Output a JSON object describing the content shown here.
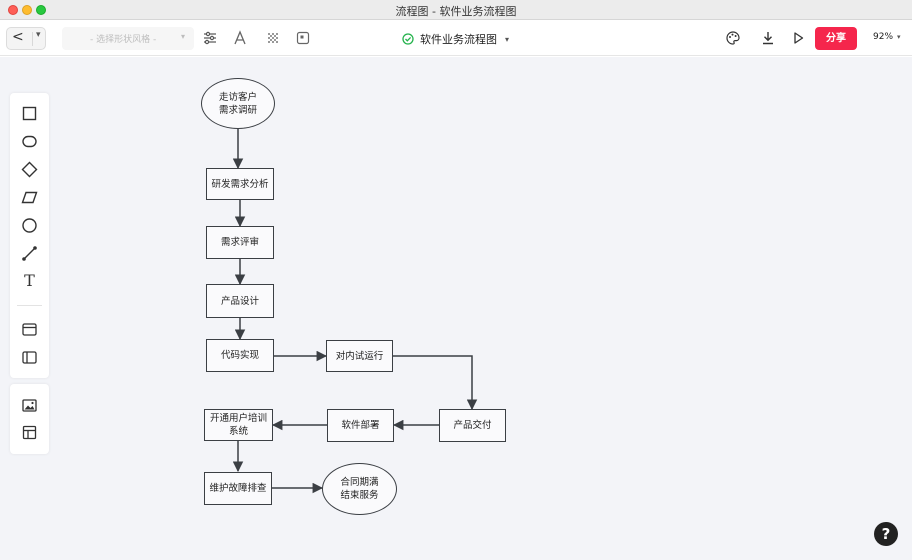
{
  "window": {
    "title": "流程图 - 软件业务流程图"
  },
  "toolbar": {
    "back_label": "<",
    "back_caret": "▾",
    "style_placeholder": "- 选择形状风格 -",
    "style_caret": "▾",
    "doc_title": "软件业务流程图",
    "doc_caret": "▾",
    "share_label": "分享",
    "zoom_level": "92%",
    "zoom_caret": "▾",
    "icons": [
      "sliders-icon",
      "text-style-icon",
      "fill-pattern-icon",
      "transform-icon",
      "palette-icon",
      "download-icon",
      "play-icon"
    ]
  },
  "palette": {
    "shapes": [
      "rectangle-tool",
      "rounded-rect-tool",
      "diamond-tool",
      "parallelogram-tool",
      "circle-tool",
      "connector-tool",
      "text-tool"
    ],
    "layouts": [
      "frame-tool",
      "sidebar-layout-tool"
    ],
    "media": [
      "image-tool",
      "template-tool"
    ],
    "text_tool_label": "T"
  },
  "flow": {
    "nodes": {
      "visit": "走访客户\n需求调研",
      "analysis": "研发需求分析",
      "review": "需求评审",
      "design": "产品设计",
      "implement": "代码实现",
      "internal_test": "对内试运行",
      "delivery": "产品交付",
      "deploy": "软件部署",
      "training": "开通用户培训\n系统",
      "maintenance": "维护故障排查",
      "end": "合同期满\n结束服务"
    }
  },
  "help": {
    "label": "?"
  },
  "colors": {
    "share": "#f5264c",
    "canvas": "#f3f4f8",
    "stroke": "#3b3f44",
    "check": "#23b24b"
  }
}
